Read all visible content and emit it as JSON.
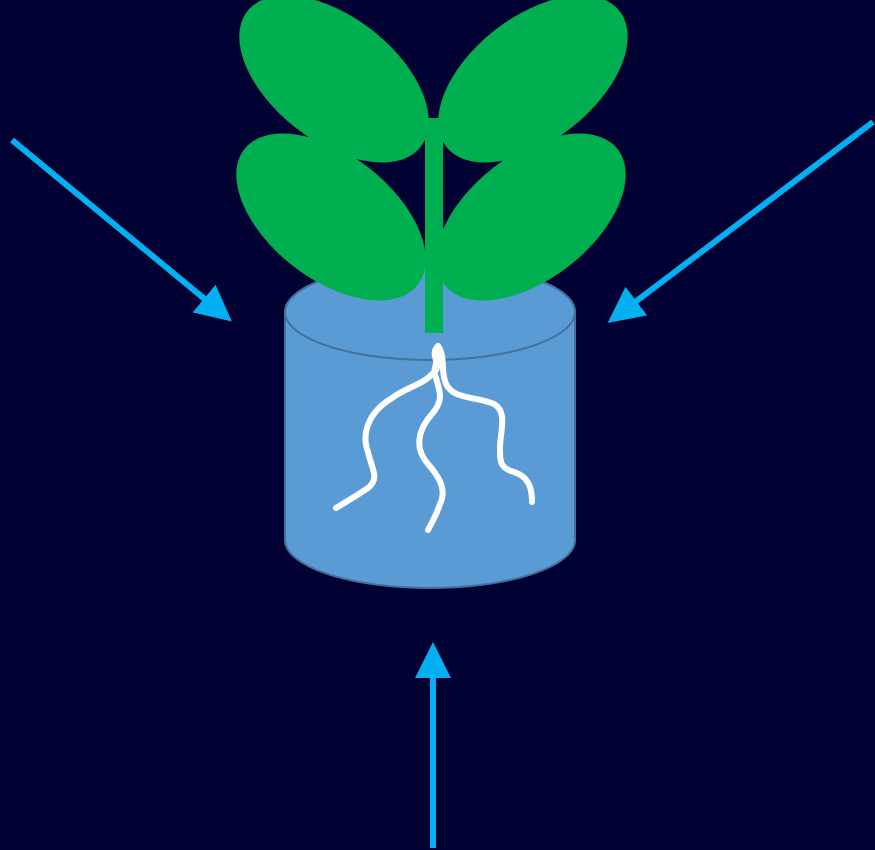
{
  "diagram": {
    "description_free": true,
    "colors": {
      "background": "#000033",
      "arrow": "#00B0F0",
      "leaf": "#00B050",
      "stem": "#00B050",
      "pot_body": "#5B9BD5",
      "pot_outline": "#41719C",
      "roots": "#FFFFFF"
    },
    "elements": {
      "plant": {
        "leaves": [
          "upper-left-leaf",
          "upper-right-leaf",
          "lower-left-leaf",
          "lower-right-leaf"
        ],
        "stem": "stem",
        "roots": [
          "root-left",
          "root-middle",
          "root-right"
        ]
      },
      "container": "water-cylinder",
      "arrows": [
        "arrow-upper-left",
        "arrow-upper-right",
        "arrow-bottom"
      ]
    }
  }
}
